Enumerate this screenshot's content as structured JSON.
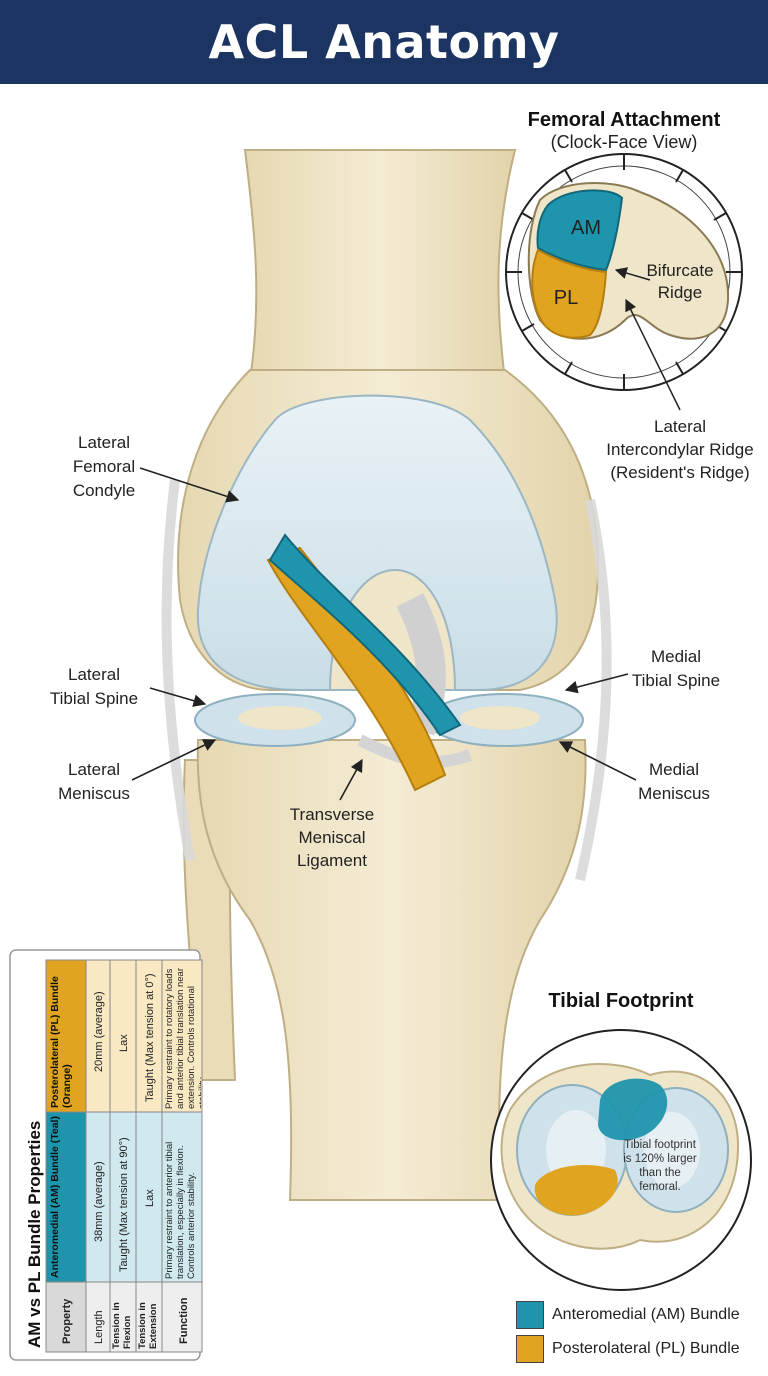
{
  "title": "ACL Anatomy",
  "femoral": {
    "title": "Femoral Attachment",
    "subtitle": "(Clock-Face View)",
    "am": "AM",
    "pl": "PL",
    "bifurcate": [
      "Bifurcate",
      "Ridge"
    ],
    "lateral_ridge": [
      "Lateral",
      "Intercondylar Ridge",
      "(Resident's Ridge)"
    ]
  },
  "labels": {
    "lateral_femoral_condyle": [
      "Lateral",
      "Femoral",
      "Condyle"
    ],
    "lateral_tibial_spine": [
      "Lateral",
      "Tibial Spine"
    ],
    "medial_tibial_spine": [
      "Medial",
      "Tibial Spine"
    ],
    "lateral_meniscus": [
      "Lateral",
      "Meniscus"
    ],
    "medial_meniscus": [
      "Medial",
      "Meniscus"
    ],
    "transverse_ligament": [
      "Transverse",
      "Meniscal",
      "Ligament"
    ]
  },
  "tibial": {
    "title": "Tibial Footprint",
    "note": [
      "Tibial footprint",
      "is 120% larger",
      "than the",
      "femoral."
    ]
  },
  "table": {
    "title": "AM vs PL Bundle Properties",
    "headers": [
      "Property",
      "Anteromedial (AM) Bundle (Teal)",
      "Posterolateral (PL) Bundle (Orange)"
    ],
    "rows": [
      [
        "Length",
        "38mm (average)",
        "20mm (average)"
      ],
      [
        "Tension in Flexion",
        "Taught (Max tension at 90°)",
        "Lax"
      ],
      [
        "Tension in Extension",
        "Lax",
        "Taught (Max tension at 0°)"
      ],
      [
        "Function",
        "Primary restraint to anterior tibial translation, especially in flexion. Controls anterior stability.",
        "Primary restraint to rotatory loads and anterior tibial translation near extension. Controls rotational stability."
      ]
    ]
  },
  "legend": [
    {
      "label": "Anteromedial (AM) Bundle",
      "color": "#1f95ad"
    },
    {
      "label": "Posterolateral (PL) Bundle",
      "color": "#e0a420"
    }
  ],
  "colors": {
    "header": "#1b3461",
    "am": "#1f95ad",
    "pl": "#e0a420",
    "bone": "#efe5c8",
    "cartilage": "#dce9ef"
  }
}
